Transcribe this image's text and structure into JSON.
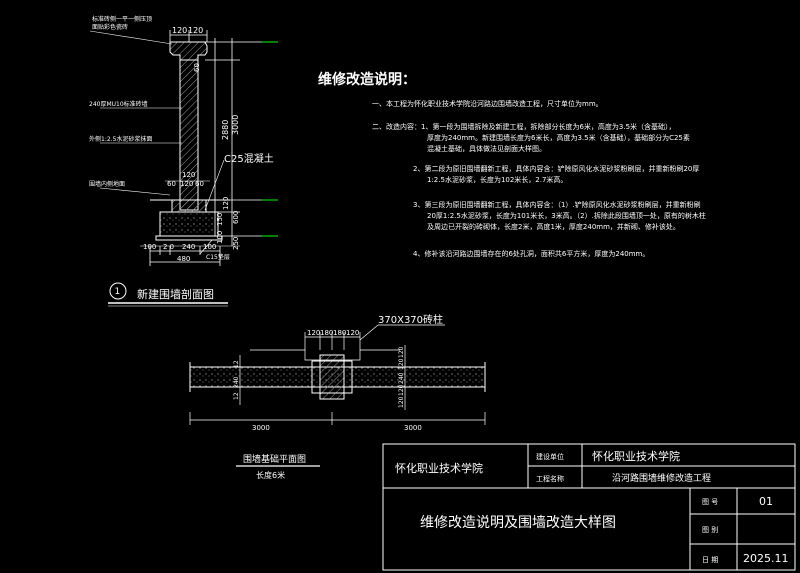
{
  "colors": {
    "background": "#000000",
    "primary_line": "#ffffff",
    "dimension": "#ffffff",
    "leader": "#00ff00",
    "hatch": "#bdbdbd",
    "title_text": "#ffffff"
  },
  "section": {
    "labels": {
      "top_note_1": "标准砖侧一平一侧压顶",
      "top_note_2": "面贴彩色瓷砖",
      "wall_note": "240厚MU10标准砖墙",
      "outside_note": "外侧1:2.5水泥砂浆抹面",
      "ground_note": "围墙内侧地面",
      "c25_label": "C25混凝土",
      "c15_label": "C15垫层"
    },
    "dims": {
      "top_120a": "120",
      "top_120b": "120",
      "d60": "60",
      "d2880": "2880",
      "d3000": "3000",
      "d120_mid": "120",
      "d60l": "60",
      "d120b": "120",
      "d60r": "60",
      "d120_low": "120",
      "d150": "150",
      "d600": "600",
      "d100_low": "100",
      "d250": "250",
      "b100l": "100",
      "b20": "2 0",
      "b240": "240",
      "b100r": "100",
      "b480": "480"
    },
    "number": "1",
    "title": "新建围墙剖面图"
  },
  "notes": {
    "title": "维修改造说明：",
    "items": [
      "一、本工程为怀化职业技术学院沿河路边围墙改造工程，尺寸单位为mm。",
      "二、改造内容：1、第一段为围墙拆除及新建工程，拆除部分长度为6米，高度为3.5米（含基础），",
      "厚度为240mm。新建围墙长度为6米长，高度为3.5米（含基础），基础部分为C25素",
      "混凝土基础，具体做法见剖面大样图。",
      "2、第二段为原旧围墙翻新工程，具体内容含：铲除原风化水泥砂浆粉刷层，并重新粉刷20厚",
      "1:2.5水泥砂浆，长度为102米长，2.7米高。",
      "3、第三段为原旧围墙翻新工程，具体内容含：（1）.铲除原风化水泥砂浆粉刷层，并重新粉刷",
      "20厚1:2.5水泥砂浆，长度为101米长，3米高。（2）.拆除此段围墙顶一处，原有的树木柱",
      "及周边已开裂的砖砌体，长度2米，高度1米，厚度240mm，并新砌、修补该处。",
      "4、修补该沿河路边围墙存在的6处孔洞，面积共6平方米，厚度为240mm。"
    ]
  },
  "plan": {
    "col_label": "370X370砖柱",
    "dims_top": [
      "120",
      "180",
      "180",
      "120"
    ],
    "dims_left": [
      "12",
      "240",
      "12"
    ],
    "dims_right": [
      "120",
      "120",
      "240",
      "120",
      "120"
    ],
    "span_left": "3000",
    "span_right": "3000",
    "title": "围墙基础平面图",
    "subtitle": "长度6米"
  },
  "titleblock": {
    "org": "怀化职业技术学院",
    "build_unit_label": "建设单位",
    "build_unit_value": "怀化职业技术学院",
    "project_label": "工程名称",
    "project_value": "沿河路围墙维修改造工程",
    "drawing_title": "维修改造说明及围墙改造大样图",
    "drawing_no_label": "图 号",
    "drawing_no_value": "01",
    "drawing_type_label": "图 别",
    "drawing_type_value": "",
    "date_label": "日 期",
    "date_value": "2025.11"
  }
}
